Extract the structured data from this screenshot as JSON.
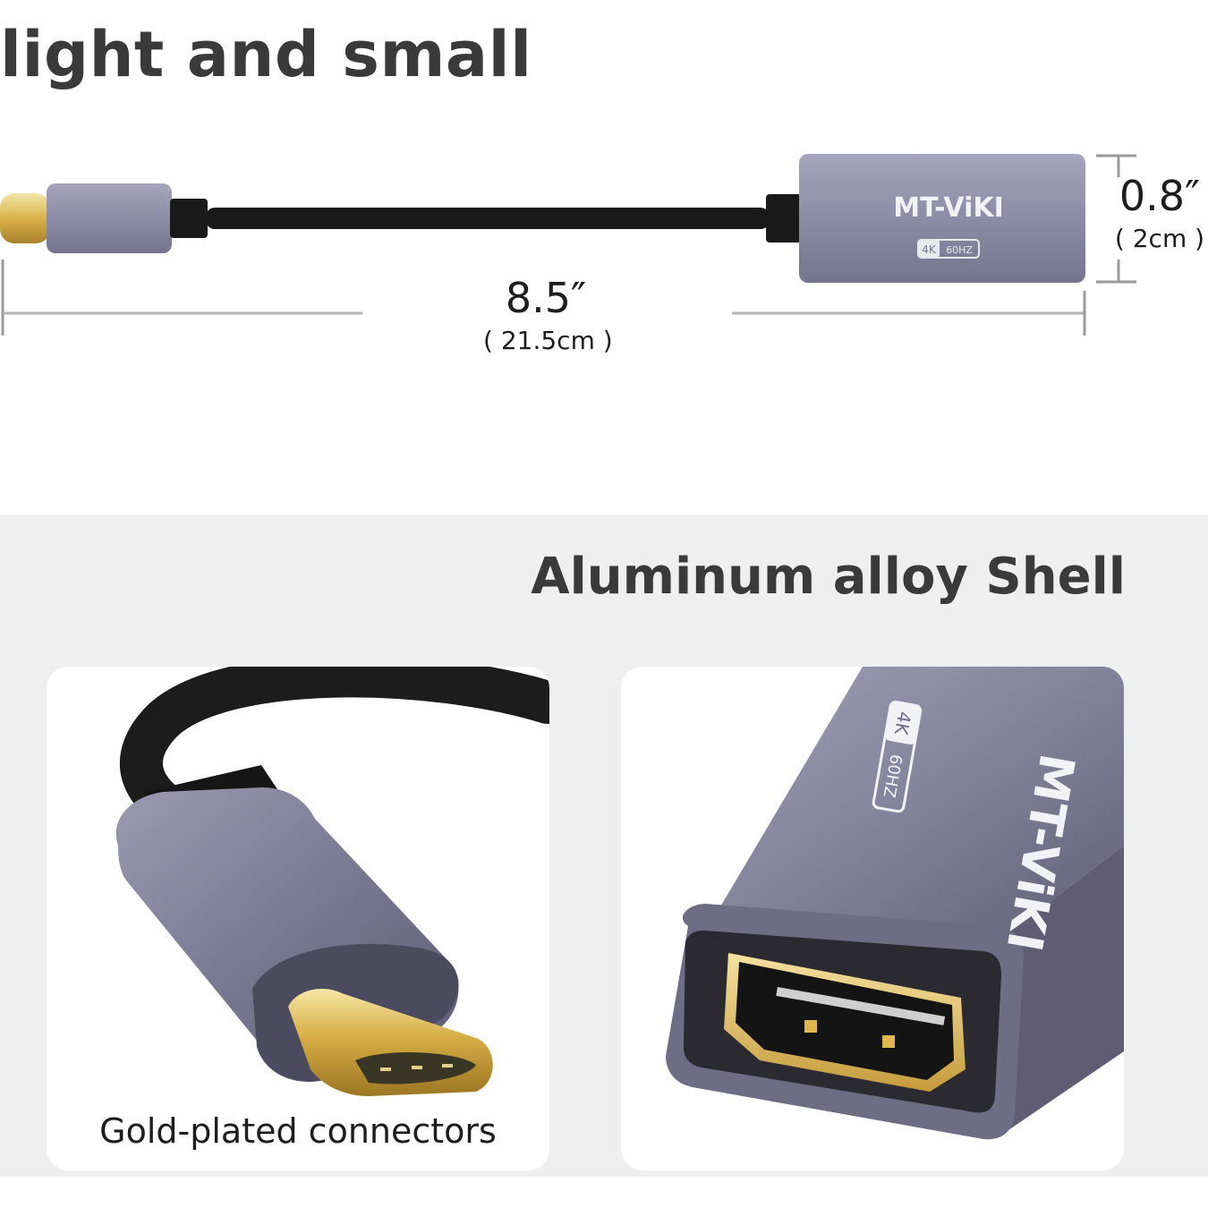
{
  "headline": "light and small",
  "dimensions": {
    "length": {
      "imperial": "8.5″",
      "metric": "( 21.5cm )"
    },
    "height": {
      "imperial": "0.8″",
      "metric": "( 2cm )"
    }
  },
  "product": {
    "brand": "MT-ViKI",
    "badge_4k": "4K",
    "badge_hz": "60HZ"
  },
  "feature_title": "Aluminum alloy Shell",
  "cards": {
    "left": {
      "caption": "Gold-plated connectors"
    }
  },
  "colors": {
    "shell": "#8e8ba6",
    "cable": "#1a1a1a",
    "gold": "#d9b24a",
    "band": "#efefef"
  }
}
